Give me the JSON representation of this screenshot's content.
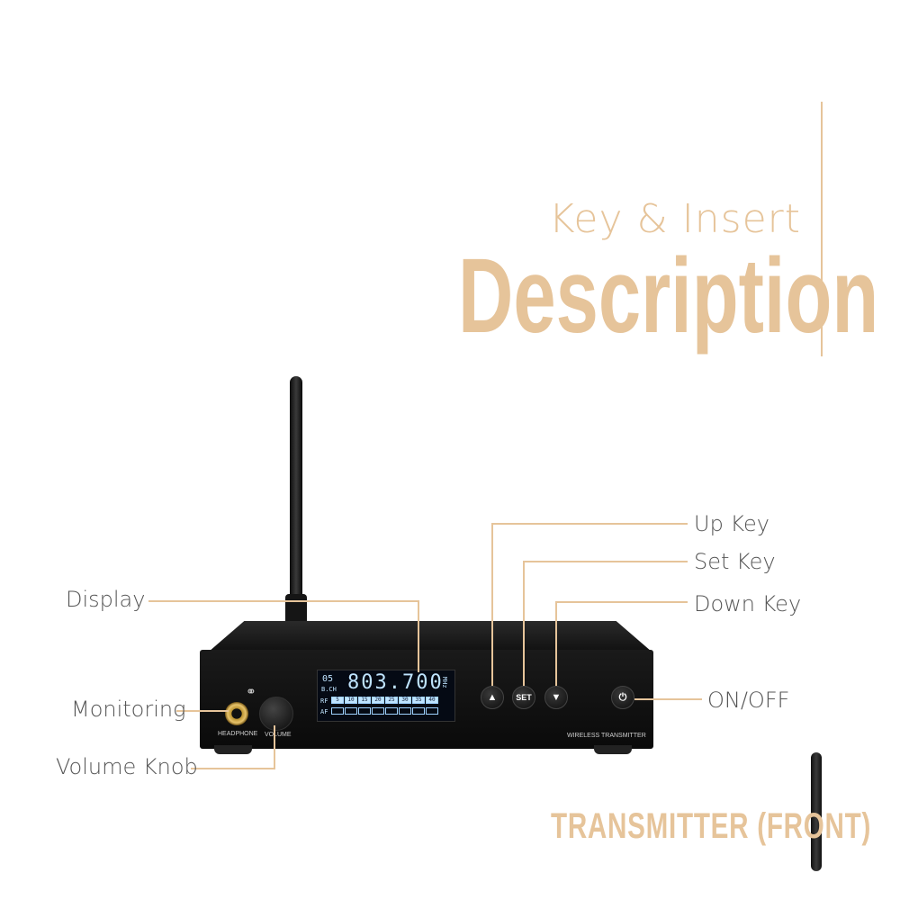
{
  "heading": {
    "subtitle": "Key & Insert",
    "title": "Description"
  },
  "callouts": {
    "display": "Display",
    "monitoring": "Monitoring",
    "volume_knob": "Volume Knob",
    "up_key": "Up Key",
    "set_key": "Set Key",
    "down_key": "Down Key",
    "on_off": "ON/OFF"
  },
  "device": {
    "headphone_label": "HEADPHONE",
    "volume_label": "VOLUME",
    "brand_label": "WIRELESS TRANSMITTER",
    "set_key_text": "SET",
    "lcd": {
      "channel": "05",
      "channel_label": "B.CH",
      "frequency": "803.700",
      "unit": "MHz",
      "rf_label": "RF",
      "af_label": "AF",
      "rf_scale": [
        "5",
        "10",
        "15",
        "20",
        "25",
        "30",
        "35",
        "40"
      ]
    }
  },
  "footer": {
    "label": "TRANSMITTER (FRONT)"
  },
  "colors": {
    "accent": "#e6c49a",
    "text": "#555555",
    "device": "#0a0a0a"
  }
}
